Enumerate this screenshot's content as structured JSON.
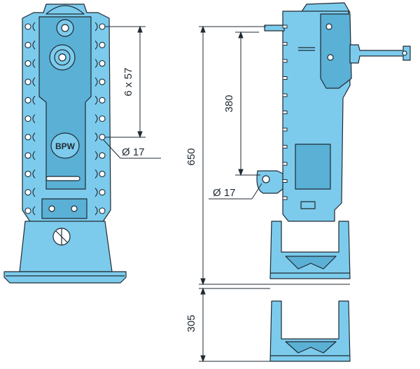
{
  "palette": {
    "body_fill": "#7ccbec",
    "body_dark": "#5bb0d6",
    "outline": "#1f2a33",
    "dim_line": "#1f2a33",
    "background": "#ffffff"
  },
  "front_view": {
    "dimensions": {
      "hole_spacing_label": "6 x 57",
      "hole_diameter_label": "Ø 17"
    },
    "logo_text": "BPW"
  },
  "side_view": {
    "dimensions": {
      "overall_height_label": "650",
      "pin_height_label": "380",
      "pin_diameter_label": "Ø 17",
      "foot_height_label": "305"
    }
  }
}
